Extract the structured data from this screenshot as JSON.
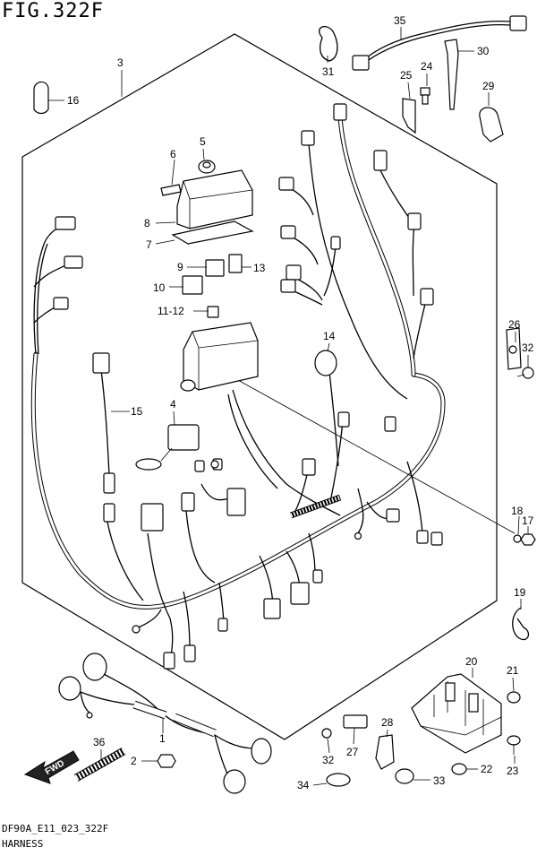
{
  "header": {
    "figure": "FIG.322F"
  },
  "footer": {
    "code": "DF90A_E11_023_322F",
    "name": "HARNESS"
  },
  "callouts": {
    "c1": "1",
    "c2": "2",
    "c3": "3",
    "c4": "4",
    "c5": "5",
    "c6": "6",
    "c7": "7",
    "c8": "8",
    "c9": "9",
    "c10": "10",
    "c11_12": "11-12",
    "c13": "13",
    "c14": "14",
    "c15": "15",
    "c16": "16",
    "c17": "17",
    "c18": "18",
    "c19": "19",
    "c20": "20",
    "c21": "21",
    "c22": "22",
    "c23": "23",
    "c24": "24",
    "c25": "25",
    "c26": "26",
    "c27": "27",
    "c28": "28",
    "c29": "29",
    "c30": "30",
    "c31": "31",
    "c32a": "32",
    "c32b": "32",
    "c33": "33",
    "c34": "34",
    "c35": "35",
    "c36": "36"
  },
  "badge": {
    "fwd": "FWD"
  }
}
